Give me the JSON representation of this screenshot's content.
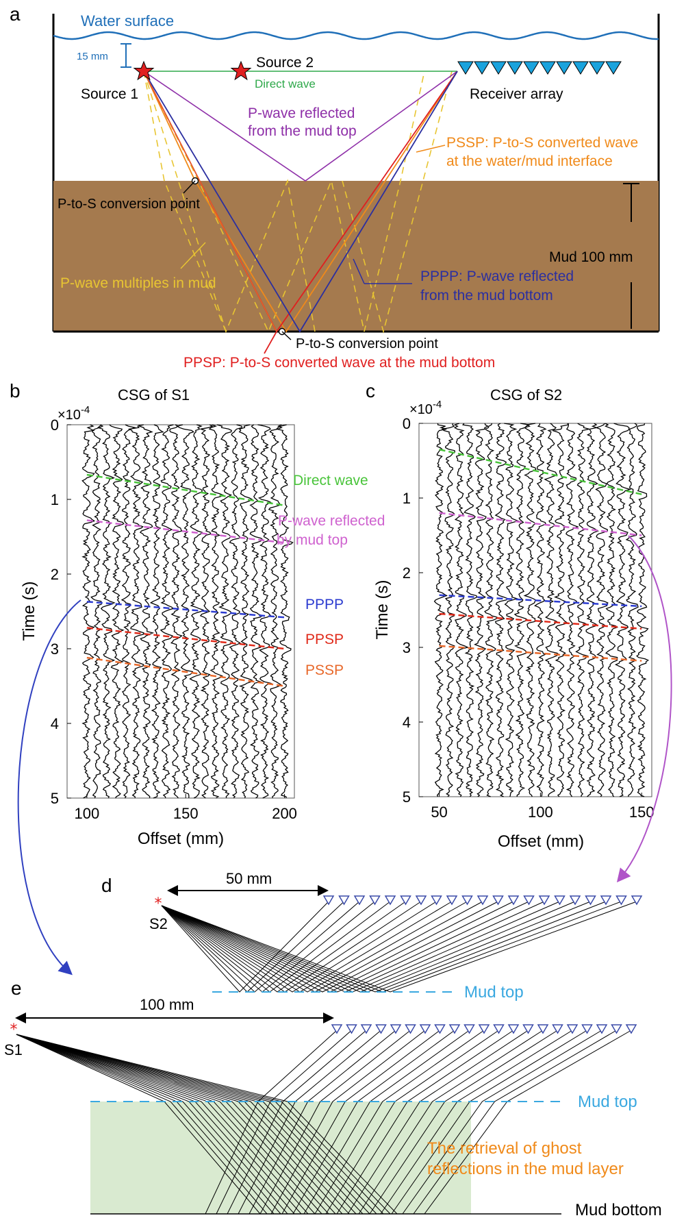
{
  "panel_letters": {
    "a": "a",
    "b": "b",
    "c": "c",
    "d": "d",
    "e": "e"
  },
  "panel_a": {
    "water_surface": "Water surface",
    "depth_15": "15 mm",
    "source1": "Source 1",
    "source2": "Source 2",
    "direct_wave": "Direct wave",
    "receiver_array": "Receiver array",
    "pwave_reflected_l1": "P-wave reflected",
    "pwave_reflected_l2": "from the mud top",
    "pssp_l1": "PSSP: P-to-S converted wave",
    "pssp_l2": "at the water/mud interface",
    "conv_point_top": "P-to-S conversion point",
    "mud_thickness": "Mud  100 mm",
    "multiples": "P-wave multiples in mud",
    "pppp_l1": "PPPP: P-wave reflected",
    "pppp_l2": "from the mud bottom",
    "conv_point_bottom": "P-to-S conversion point",
    "ppsp": "PPSP: P-to-S converted wave at the mud bottom",
    "colors": {
      "water": "#1f6fb8",
      "mud": "#a57a4e",
      "direct": "#2ea84a",
      "pwave": "#8e2fa8",
      "pssp": "#f08a1a",
      "multiples": "#e8c532",
      "pppp": "#2b2fa0",
      "ppsp": "#e01f1f"
    }
  },
  "panel_b": {
    "title": "CSG of S1",
    "multiplier": "×10",
    "multiplier_exp": "-4",
    "ylabel": "Time (s)",
    "xlabel": "Offset (mm)",
    "yticks": [
      "0",
      "1",
      "2",
      "3",
      "4",
      "5"
    ],
    "xticks": [
      "100",
      "150",
      "200"
    ],
    "label_direct": "Direct wave",
    "label_pwave_l1": "P-wave reflected",
    "label_pwave_l2": "by mud top",
    "label_pppp": "PPPP",
    "label_ppsp": "PPSP",
    "label_pssp": "PSSP"
  },
  "panel_c": {
    "title": "CSG of S2",
    "multiplier": "×10",
    "multiplier_exp": "-4",
    "ylabel": "Time (s)",
    "xlabel": "Offset (mm)",
    "yticks": [
      "0",
      "1",
      "2",
      "3",
      "4",
      "5"
    ],
    "xticks": [
      "50",
      "100",
      "150"
    ]
  },
  "panel_d": {
    "source": "S2",
    "distance": "50 mm",
    "mud_top": "Mud top"
  },
  "panel_e": {
    "source": "S1",
    "distance": "100 mm",
    "mud_top": "Mud top",
    "ghost_l1": "The retrieval of ghost",
    "ghost_l2": "reflections in the mud layer",
    "mud_bottom": "Mud bottom"
  },
  "chart_data": [
    {
      "type": "line",
      "title": "CSG of S1",
      "xlabel": "Offset (mm)",
      "ylabel": "Time (s)",
      "y_multiplier": "×10^-4",
      "xlim": [
        90,
        205
      ],
      "ylim": [
        0,
        5
      ],
      "x_ticks": [
        100,
        150,
        200
      ],
      "y_ticks": [
        0,
        1,
        2,
        3,
        4,
        5
      ],
      "y_reversed": true,
      "trace_offsets": [
        100,
        105,
        110,
        115,
        120,
        125,
        130,
        135,
        140,
        145,
        150,
        155,
        160,
        165,
        170,
        175,
        180,
        185,
        190,
        195,
        200
      ],
      "series": [
        {
          "name": "Direct wave",
          "color": "#49c43a",
          "x": [
            100,
            200
          ],
          "y": [
            0.67,
            1.08
          ]
        },
        {
          "name": "P-wave reflected by mud top",
          "color": "#cf62cf",
          "x": [
            100,
            200
          ],
          "y": [
            1.28,
            1.58
          ]
        },
        {
          "name": "PPPP",
          "color": "#2b3bd0",
          "x": [
            100,
            200
          ],
          "y": [
            2.37,
            2.58
          ]
        },
        {
          "name": "PPSP",
          "color": "#e02a1a",
          "x": [
            100,
            200
          ],
          "y": [
            2.72,
            3.0
          ]
        },
        {
          "name": "PSSP",
          "color": "#e8682a",
          "x": [
            100,
            200
          ],
          "y": [
            3.12,
            3.5
          ]
        }
      ]
    },
    {
      "type": "line",
      "title": "CSG of S2",
      "xlabel": "Offset (mm)",
      "ylabel": "Time (s)",
      "y_multiplier": "×10^-4",
      "xlim": [
        40,
        155
      ],
      "ylim": [
        0,
        5
      ],
      "x_ticks": [
        50,
        100,
        150
      ],
      "y_ticks": [
        0,
        1,
        2,
        3,
        4,
        5
      ],
      "y_reversed": true,
      "trace_offsets": [
        50,
        55,
        60,
        65,
        70,
        75,
        80,
        85,
        90,
        95,
        100,
        105,
        110,
        115,
        120,
        125,
        130,
        135,
        140,
        145,
        150
      ],
      "series": [
        {
          "name": "Direct wave",
          "color": "#49c43a",
          "x": [
            50,
            150
          ],
          "y": [
            0.35,
            0.95
          ]
        },
        {
          "name": "P-wave reflected by mud top",
          "color": "#cf62cf",
          "x": [
            50,
            150
          ],
          "y": [
            1.2,
            1.5
          ]
        },
        {
          "name": "PPPP",
          "color": "#2b3bd0",
          "x": [
            50,
            150
          ],
          "y": [
            2.3,
            2.45
          ]
        },
        {
          "name": "PPSP",
          "color": "#e02a1a",
          "x": [
            50,
            150
          ],
          "y": [
            2.55,
            2.75
          ]
        },
        {
          "name": "PSSP",
          "color": "#e8682a",
          "x": [
            50,
            150
          ],
          "y": [
            2.98,
            3.18
          ]
        }
      ]
    }
  ]
}
